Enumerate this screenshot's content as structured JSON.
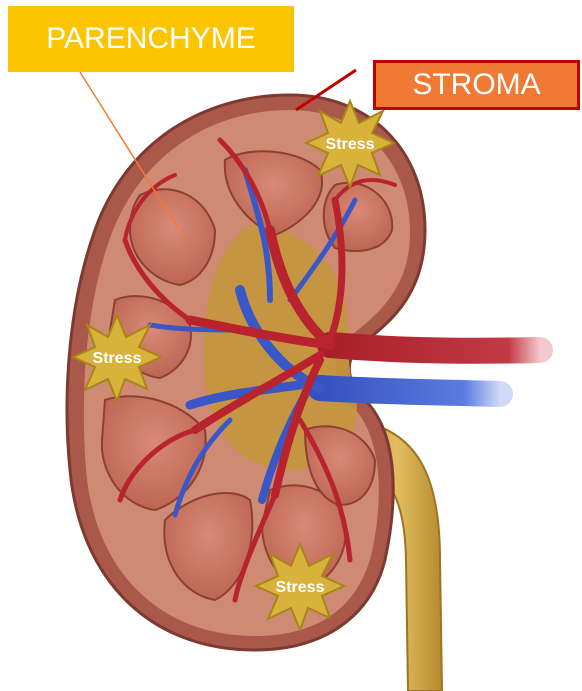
{
  "labels": {
    "parenchyme": "PARENCHYME",
    "stroma": "STROMA"
  },
  "stress_markers": [
    "Stress",
    "Stress",
    "Stress"
  ],
  "colors": {
    "parenchyme_box": "#fdc400",
    "stroma_box": "#f07a33",
    "stroma_border": "#c00000",
    "stress_star": "#d8b23a",
    "artery": "#b8232e",
    "vein": "#3a57c7",
    "ureter": "#c99a3a",
    "cortex": "#c97b66"
  }
}
